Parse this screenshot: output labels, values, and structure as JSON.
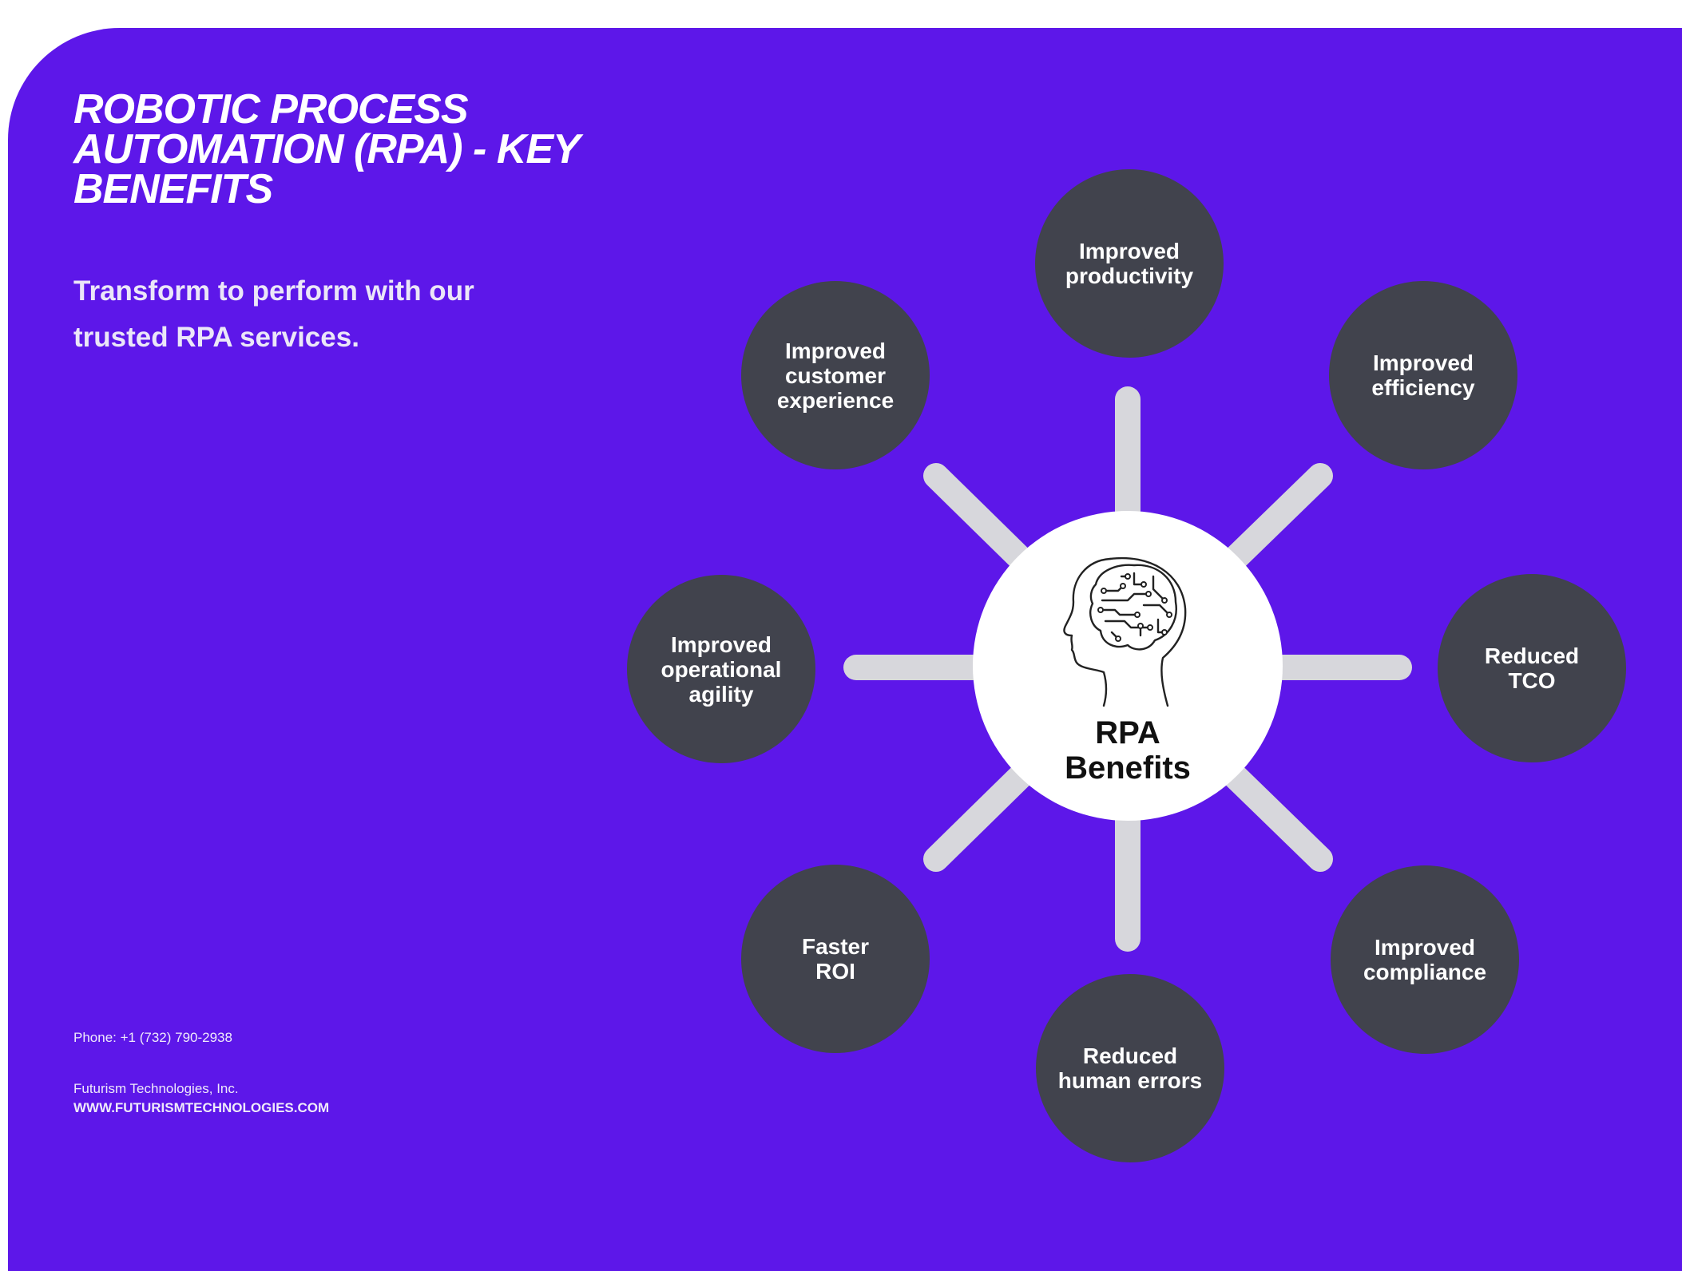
{
  "title_lines": [
    "ROBOTIC PROCESS",
    "AUTOMATION (RPA) - KEY",
    "BENEFITS"
  ],
  "subtitle_lines": [
    "Transform to perform with our",
    "trusted RPA services."
  ],
  "contact": {
    "phone": "Phone: +1 (732) 790-2938",
    "company": "Futurism Technologies, Inc.",
    "website": "WWW.FUTURISMTECHNOLOGIES.COM"
  },
  "hub": {
    "lines": [
      "RPA",
      "Benefits"
    ],
    "icon": "brain-circuit-icon"
  },
  "benefits": [
    {
      "lines": [
        "Improved",
        "productivity"
      ]
    },
    {
      "lines": [
        "Improved",
        "efficiency"
      ]
    },
    {
      "lines": [
        "Reduced",
        "TCO"
      ]
    },
    {
      "lines": [
        "Improved",
        "compliance"
      ]
    },
    {
      "lines": [
        "Reduced",
        "human errors"
      ]
    },
    {
      "lines": [
        "Faster",
        "ROI"
      ]
    },
    {
      "lines": [
        "Improved",
        "operational",
        "agility"
      ]
    },
    {
      "lines": [
        "Improved",
        "customer",
        "experience"
      ]
    }
  ],
  "colors": {
    "background": "#5d17e9",
    "node": "#41434d",
    "hub": "#ffffff",
    "connector": "#d7d7dc",
    "text": "#ffffff"
  }
}
